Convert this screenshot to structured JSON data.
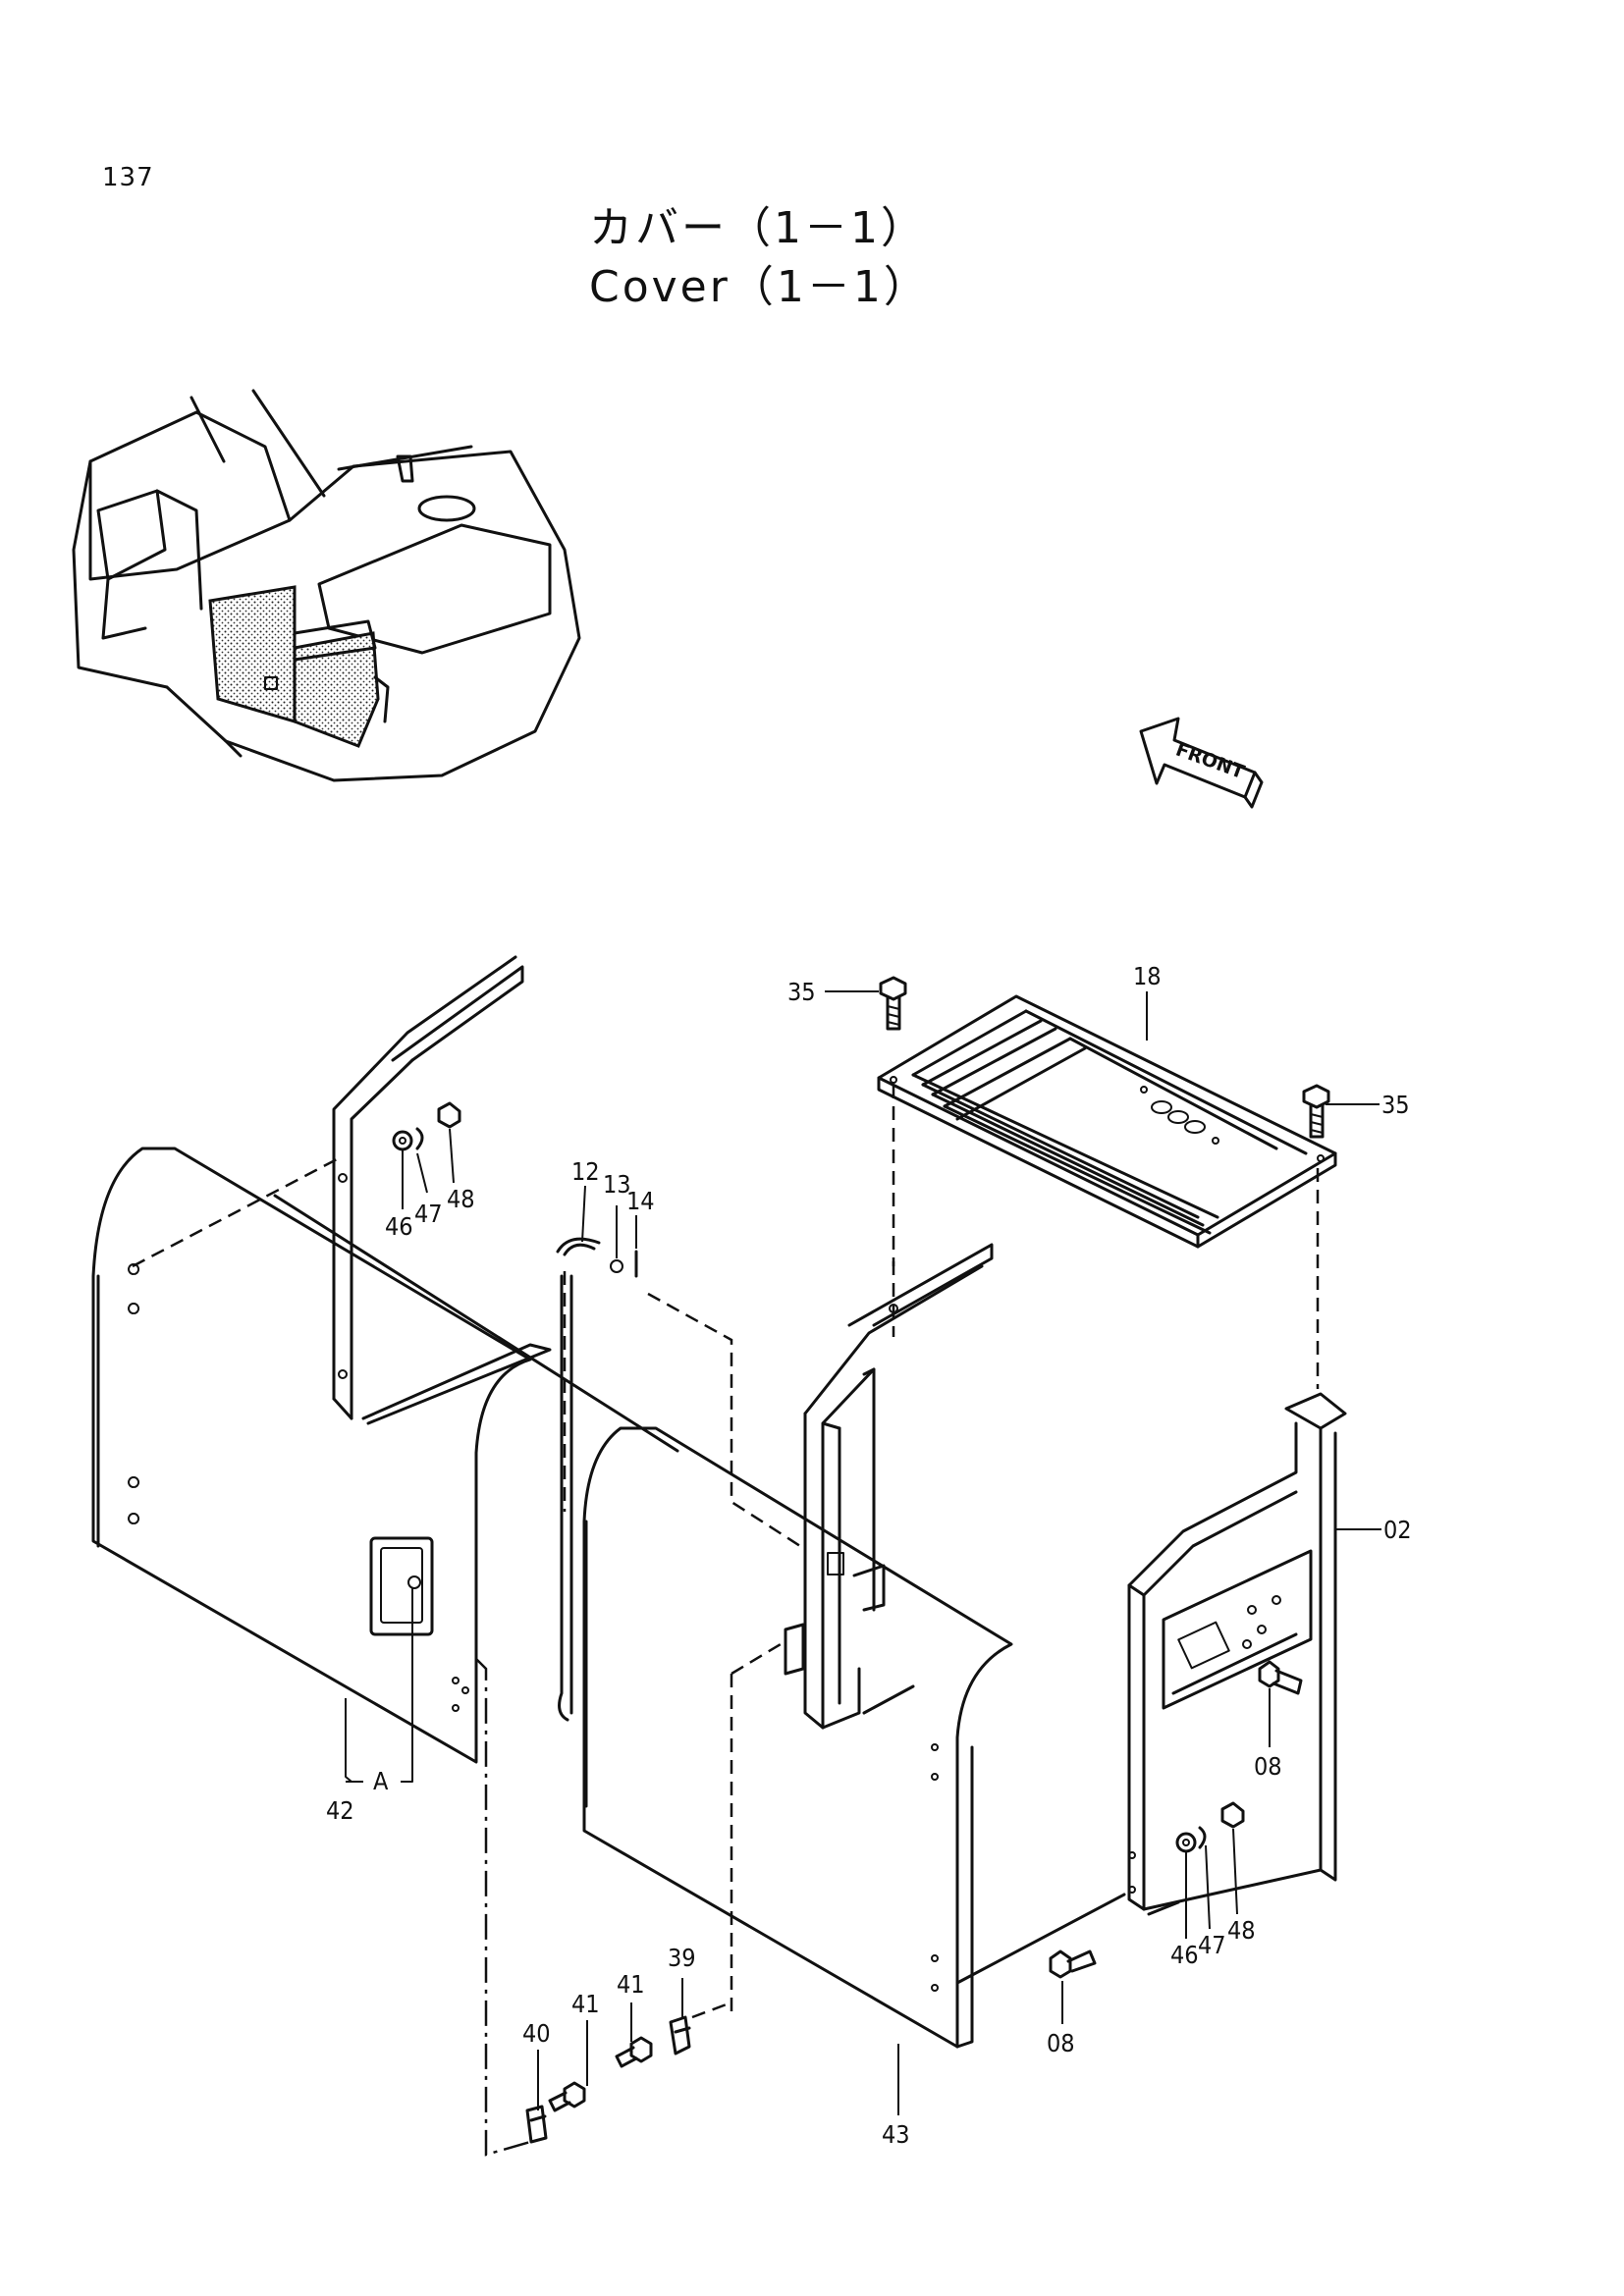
{
  "page": {
    "number": "137"
  },
  "title": {
    "ja": "カバー（1－1）",
    "en": "Cover（1－1）"
  },
  "front_label": "FRONT",
  "callouts": {
    "c35a": "35",
    "c18": "18",
    "c35b": "35",
    "c46a": "46",
    "c47a": "47",
    "c48a": "48",
    "c12": "12",
    "c13": "13",
    "c14": "14",
    "c02": "02",
    "c08a": "08",
    "c46b": "46",
    "c47b": "47",
    "c48b": "48",
    "cA": "A",
    "c42": "42",
    "c08b": "08",
    "c40": "40",
    "c41a": "41",
    "c41b": "41",
    "c39": "39",
    "c43": "43"
  }
}
